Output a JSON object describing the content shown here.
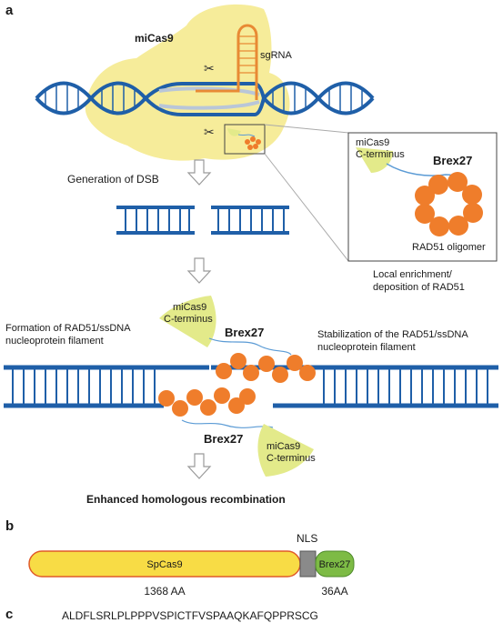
{
  "panels": {
    "a": "a",
    "b": "b",
    "c": "c"
  },
  "panel_a": {
    "micas9_title": "miCas9",
    "sgrna_label": "sgRNA",
    "step1": "Generation of DSB",
    "inset": {
      "cterm_line1": "miCas9",
      "cterm_line2": "C-terminus",
      "brex_label": "Brex27",
      "oligomer_label": "RAD51 oligomer"
    },
    "local_enrichment_line1": "Local enrichment/",
    "local_enrichment_line2": "deposition of RAD51",
    "formation_line1": "Formation of RAD51/ssDNA",
    "formation_line2": "nucleoprotein filament",
    "stabilization_line1": "Stabilization of the RAD51/ssDNA",
    "stabilization_line2": "nucleoprotein filament",
    "cterm_top_line1": "miCas9",
    "cterm_top_line2": "C-terminus",
    "brex_top": "Brex27",
    "brex_bottom": "Brex27",
    "cterm_bottom_line1": "miCas9",
    "cterm_bottom_line2": "C-terminus",
    "result": "Enhanced homologous recombination"
  },
  "panel_b": {
    "nls_label": "NLS",
    "spcas9_label": "SpCas9",
    "brex_label": "Brex27",
    "spcas9_length": "1368 AA",
    "brex_length": "36AA"
  },
  "panel_c": {
    "sequence": "ALDFLSRLPLPPPVSPICTFVSPAAQKAFQPPRSCG"
  },
  "colors": {
    "dna": "#1f5fa8",
    "cas9": "#f6ec9a",
    "rad51": "#ef7d2b",
    "cterm": "#e3ea8a",
    "spcas9_fill": "#f8dc45",
    "spcas9_border": "#e05a2a",
    "nls": "#8a8a8a",
    "brex_box": "#7dbb45",
    "sgrna": "#e88a34",
    "linker": "#5b9bd5"
  }
}
